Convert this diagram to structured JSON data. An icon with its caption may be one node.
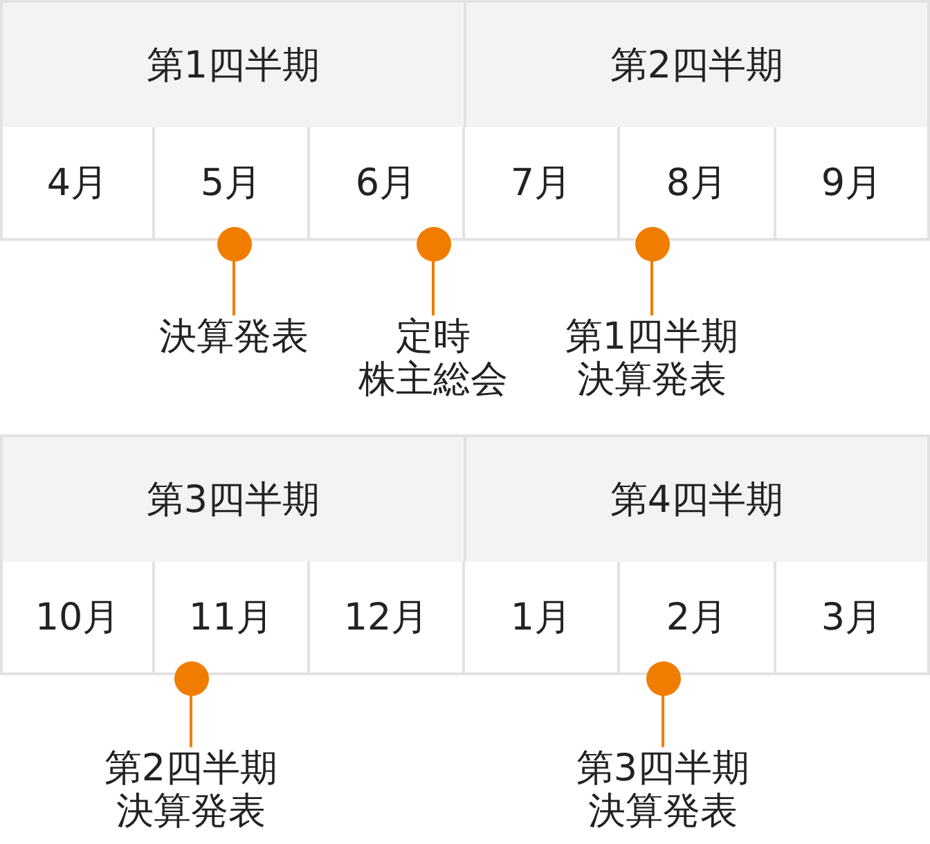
{
  "diagram": {
    "nodes": [
      {
        "text": [
          "第1四半期"
        ]
      },
      {
        "text": [
          "第2四半期"
        ]
      },
      {
        "text": [
          "4月"
        ]
      },
      {
        "text": [
          "5月"
        ]
      },
      {
        "text": [
          "6月"
        ]
      },
      {
        "text": [
          "7月"
        ]
      },
      {
        "text": [
          "8月"
        ]
      },
      {
        "text": [
          "9月"
        ]
      },
      {
        "text": [],
        "shape": "circle"
      },
      {
        "text": [],
        "shape": "circle"
      },
      {
        "text": [],
        "shape": "circle"
      },
      {
        "text": [
          "決算発表"
        ]
      },
      {
        "text": [
          "定時株主総会"
        ]
      },
      {
        "text": [
          "第1四半期決算発表"
        ]
      },
      {
        "text": [
          "第3四半期"
        ]
      },
      {
        "text": [
          "第4四半期"
        ]
      },
      {
        "text": [
          "10月"
        ]
      },
      {
        "text": [
          "11月"
        ]
      },
      {
        "text": [
          "12月"
        ]
      },
      {
        "text": [
          "1月"
        ]
      },
      {
        "text": [
          "2月"
        ]
      },
      {
        "text": [
          "3月"
        ]
      },
      {
        "text": [],
        "shape": "circle"
      },
      {
        "text": [],
        "shape": "circle"
      },
      {
        "text": [
          "第2四半期決算発表"
        ]
      },
      {
        "text": [
          "第3四半期決算発表"
        ]
      }
    ],
    "edges": [
      {
        "from": 11,
        "to": 8,
        "arrow": "none"
      },
      {
        "from": 12,
        "to": 9,
        "arrow": "none"
      },
      {
        "from": 13,
        "to": 10,
        "arrow": "none"
      },
      {
        "from": 24,
        "to": 22,
        "arrow": "none"
      },
      {
        "from": 25,
        "to": 23,
        "arrow": "none"
      }
    ]
  }
}
